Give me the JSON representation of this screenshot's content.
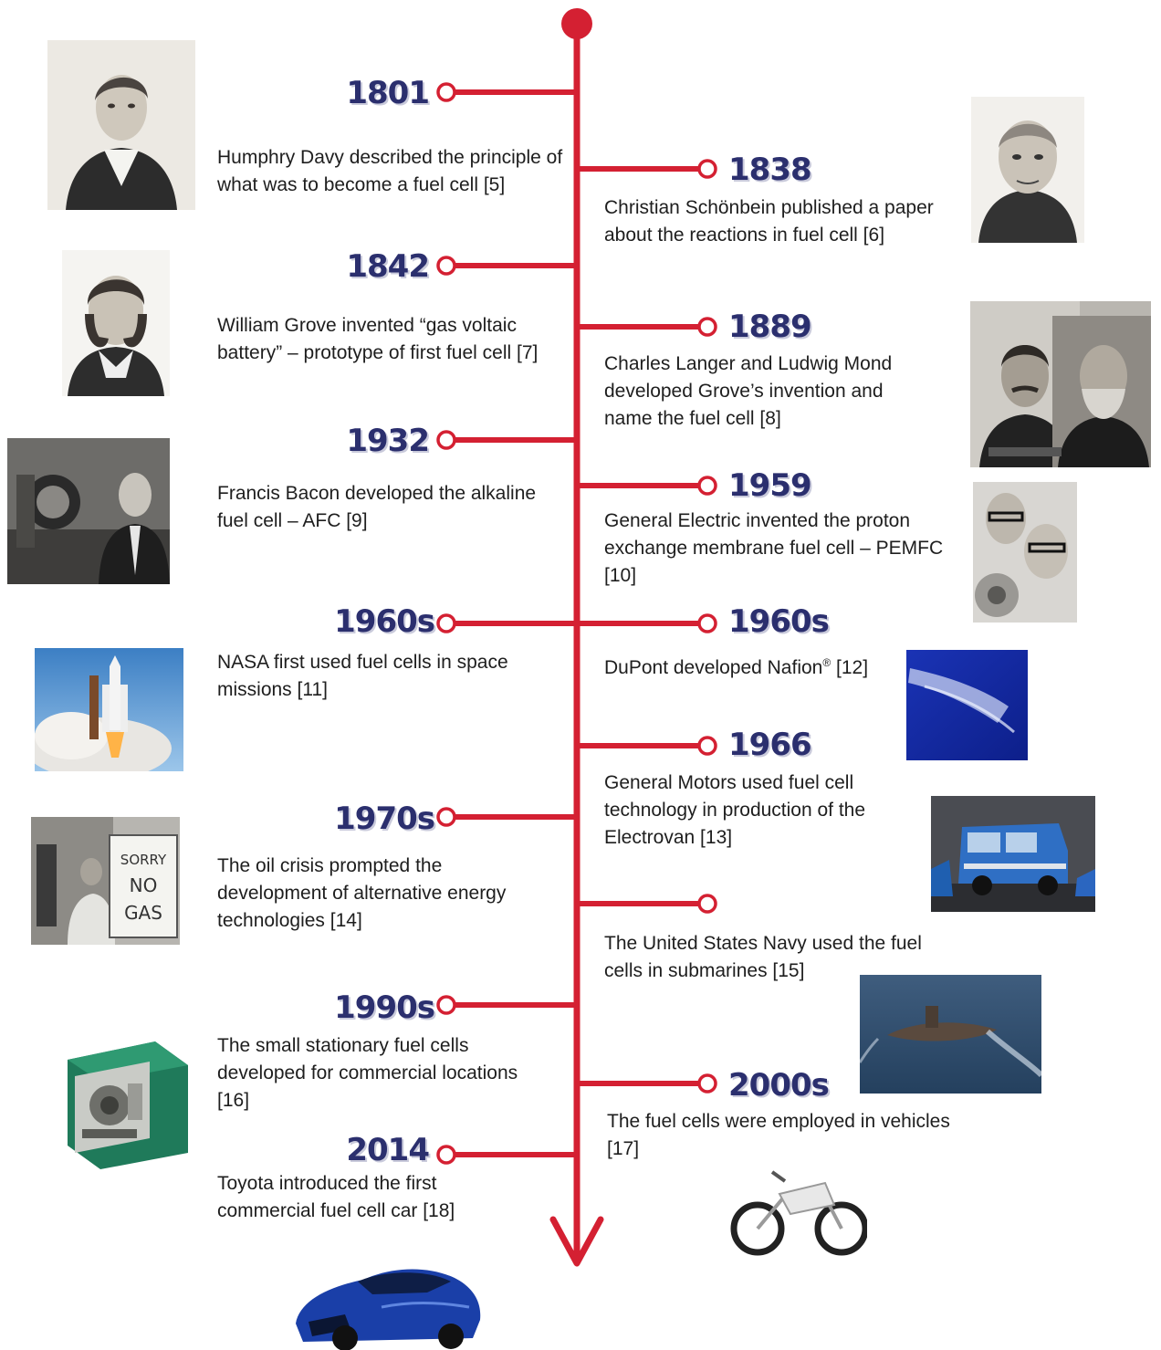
{
  "colors": {
    "line": "#d42032",
    "year": "#2b2f6e",
    "text": "#1e1e1e"
  },
  "events": [
    {
      "id": "1801",
      "side": "left",
      "year": "1801",
      "text": "Humphry Davy described the principle of what was to become a fuel cell [5]",
      "image": "humphry-davy-portrait"
    },
    {
      "id": "1838",
      "side": "right",
      "year": "1838",
      "text": "Christian Schönbein published a paper about the reactions in fuel cell [6]",
      "image": "christian-schonbein-portrait"
    },
    {
      "id": "1842",
      "side": "left",
      "year": "1842",
      "text": "William Grove invented “gas voltaic battery” – prototype of first fuel cell [7]",
      "image": "william-grove-portrait"
    },
    {
      "id": "1889",
      "side": "right",
      "year": "1889",
      "text": "Charles Langer and Ludwig Mond developed Grove’s invention and name the fuel cell [8]",
      "image": "langer-mond-portraits"
    },
    {
      "id": "1932",
      "side": "left",
      "year": "1932",
      "text": "Francis Bacon developed the alkaline fuel cell – AFC [9]",
      "image": "francis-bacon-photo"
    },
    {
      "id": "1959",
      "side": "right",
      "year": "1959",
      "text": "General Electric invented the proton exchange membrane fuel cell – PEMFC [10]",
      "image": "general-electric-scientists-photo"
    },
    {
      "id": "1960s-nasa",
      "side": "left",
      "year": "1960s",
      "text": "NASA first used fuel cells in space missions [11]",
      "image": "space-shuttle-launch-photo"
    },
    {
      "id": "1960s-dupont",
      "side": "right",
      "year": "1960s",
      "text": "DuPont developed Nafion",
      "sup": "®",
      "text_after": " [12]",
      "image": "nafion-membrane-photo"
    },
    {
      "id": "1966",
      "side": "right",
      "year": "1966",
      "text": "General Motors used fuel cell technology in production of the Electrovan [13]",
      "image": "electrovan-photo"
    },
    {
      "id": "1970s",
      "side": "left",
      "year": "1970s",
      "text": "The oil crisis prompted the development of alternative energy technologies [14]",
      "image": "sorry-no-gas-photo",
      "image_text": "SORRY NO GAS"
    },
    {
      "id": "navy",
      "side": "right",
      "year": "",
      "text": "The United States Navy used the fuel cells in submarines [15]",
      "image": "submarine-photo"
    },
    {
      "id": "1990s",
      "side": "left",
      "year": "1990s",
      "text": "The small stationary fuel cells developed for commercial locations [16]",
      "image": "stationary-fuel-cell-unit"
    },
    {
      "id": "2000s",
      "side": "right",
      "year": "2000s",
      "text": "The fuel cells were employed in vehicles [17]",
      "image": "fuel-cell-motorcycle"
    },
    {
      "id": "2014",
      "side": "left",
      "year": "2014",
      "text": "Toyota introduced the first commercial fuel cell car [18]",
      "image": "toyota-mirai-car"
    }
  ]
}
